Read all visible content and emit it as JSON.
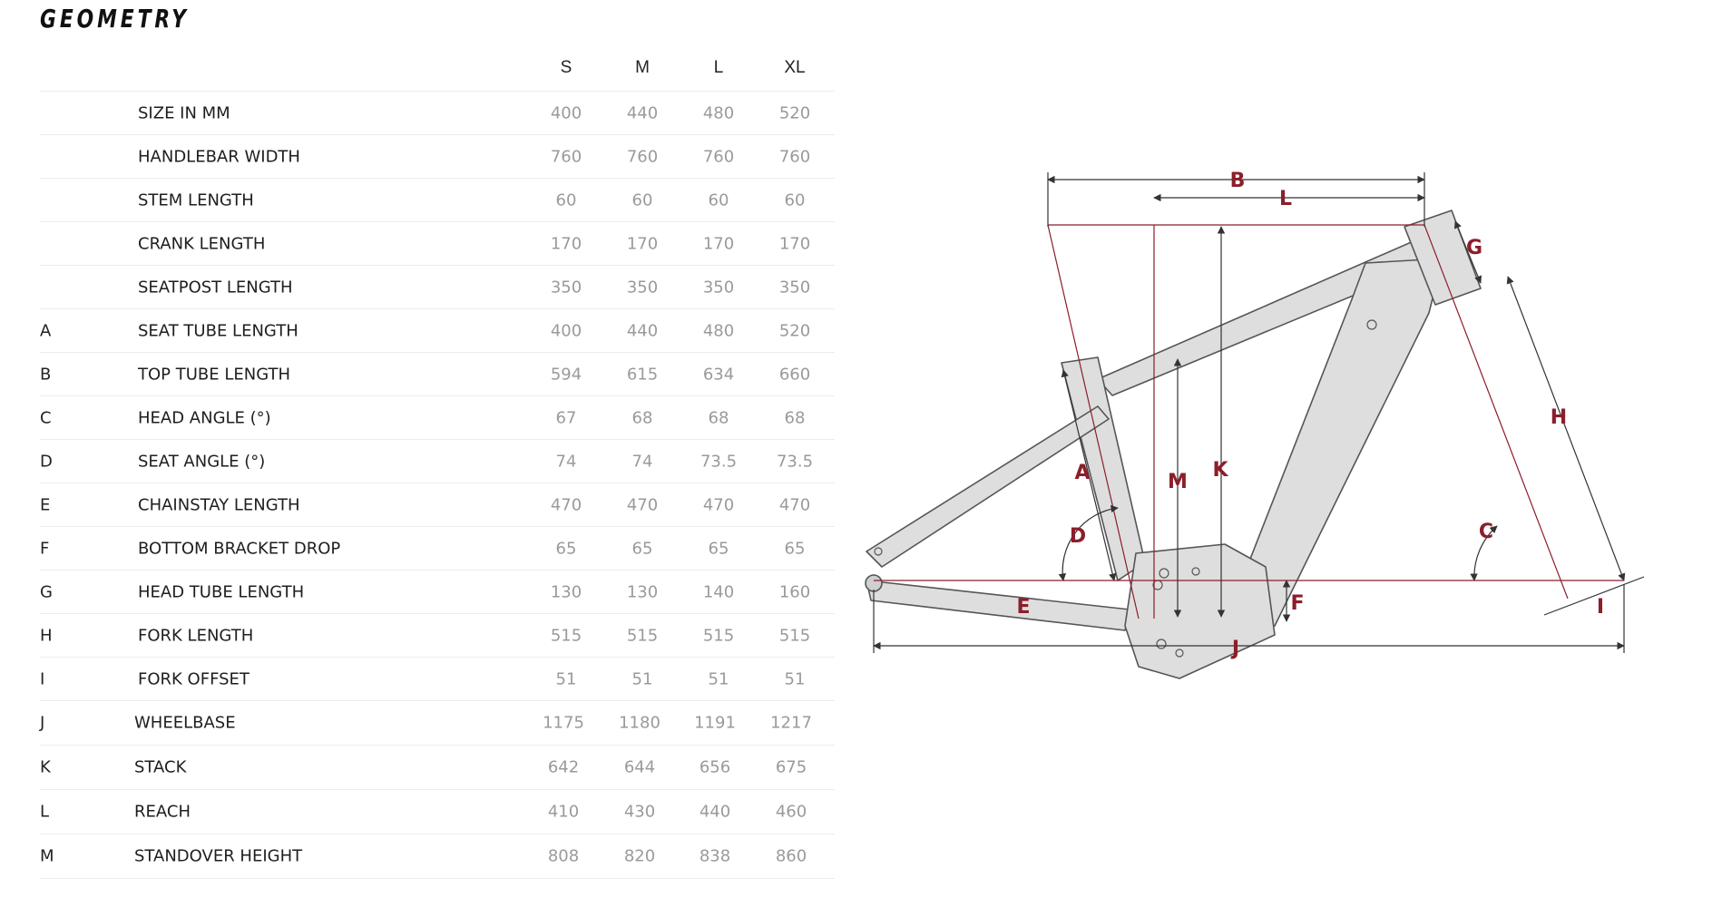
{
  "page_title": "GEOMETRY",
  "sizes": [
    "S",
    "M",
    "L",
    "XL"
  ],
  "rows": [
    {
      "code": "",
      "label": "SIZE IN MM",
      "values": [
        "400",
        "440",
        "480",
        "520"
      ]
    },
    {
      "code": "",
      "label": "HANDLEBAR WIDTH",
      "values": [
        "760",
        "760",
        "760",
        "760"
      ]
    },
    {
      "code": "",
      "label": "STEM LENGTH",
      "values": [
        "60",
        "60",
        "60",
        "60"
      ]
    },
    {
      "code": "",
      "label": "CRANK LENGTH",
      "values": [
        "170",
        "170",
        "170",
        "170"
      ]
    },
    {
      "code": "",
      "label": "SEATPOST LENGTH",
      "values": [
        "350",
        "350",
        "350",
        "350"
      ]
    },
    {
      "code": "A",
      "label": "SEAT TUBE LENGTH",
      "values": [
        "400",
        "440",
        "480",
        "520"
      ]
    },
    {
      "code": "B",
      "label": "TOP TUBE LENGTH",
      "values": [
        "594",
        "615",
        "634",
        "660"
      ]
    },
    {
      "code": "C",
      "label": "HEAD ANGLE (°)",
      "values": [
        "67",
        "68",
        "68",
        "68"
      ]
    },
    {
      "code": "D",
      "label": "SEAT ANGLE (°)",
      "values": [
        "74",
        "74",
        "73.5",
        "73.5"
      ]
    },
    {
      "code": "E",
      "label": "CHAINSTAY LENGTH",
      "values": [
        "470",
        "470",
        "470",
        "470"
      ]
    },
    {
      "code": "F",
      "label": "BOTTOM BRACKET DROP",
      "values": [
        "65",
        "65",
        "65",
        "65"
      ]
    },
    {
      "code": "G",
      "label": "HEAD TUBE LENGTH",
      "values": [
        "130",
        "130",
        "140",
        "160"
      ]
    },
    {
      "code": "H",
      "label": "FORK LENGTH",
      "values": [
        "515",
        "515",
        "515",
        "515"
      ]
    },
    {
      "code": "I",
      "label": "FORK OFFSET",
      "values": [
        "51",
        "51",
        "51",
        "51"
      ]
    },
    {
      "code": "J",
      "label": "WHEELBASE",
      "values": [
        "1175",
        "1180",
        "1191",
        "1217"
      ]
    },
    {
      "code": "K",
      "label": "STACK",
      "values": [
        "642",
        "644",
        "656",
        "675"
      ]
    },
    {
      "code": "L",
      "label": "REACH",
      "values": [
        "410",
        "430",
        "440",
        "460"
      ]
    },
    {
      "code": "M",
      "label": "STANDOVER HEIGHT",
      "values": [
        "808",
        "820",
        "838",
        "860"
      ]
    }
  ],
  "diagram": {
    "labels": [
      "A",
      "B",
      "C",
      "D",
      "E",
      "F",
      "G",
      "H",
      "I",
      "J",
      "K",
      "L",
      "M"
    ],
    "label_color": "#8b1e2b",
    "frame_color": "#dcdcdc"
  }
}
